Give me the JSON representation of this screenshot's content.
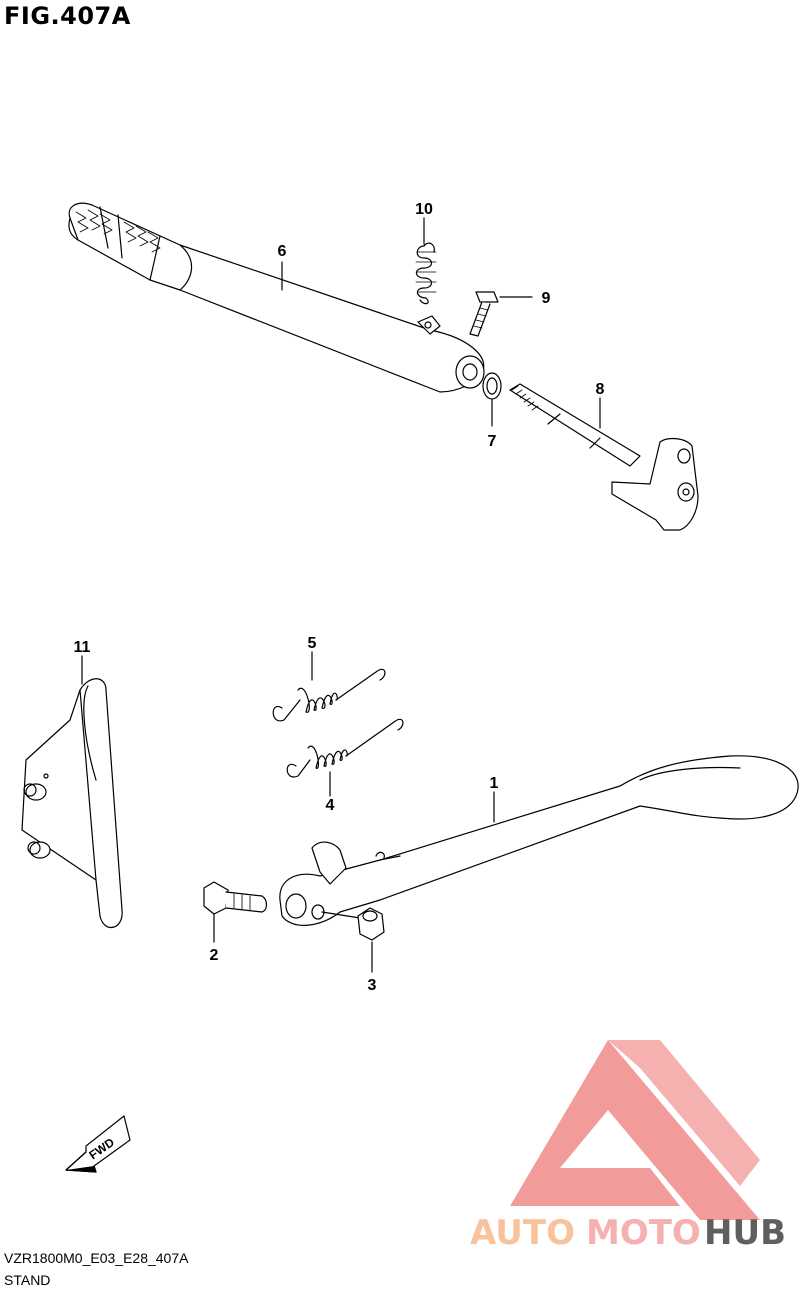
{
  "figure": {
    "title": "FIG.407A",
    "code": "VZR1800M0_E03_E28_407A",
    "name": "STAND"
  },
  "callouts": [
    {
      "id": "1",
      "label": "1"
    },
    {
      "id": "2",
      "label": "2"
    },
    {
      "id": "3",
      "label": "3"
    },
    {
      "id": "4",
      "label": "4"
    },
    {
      "id": "5",
      "label": "5"
    },
    {
      "id": "6",
      "label": "6"
    },
    {
      "id": "7",
      "label": "7"
    },
    {
      "id": "8",
      "label": "8"
    },
    {
      "id": "9",
      "label": "9"
    },
    {
      "id": "10",
      "label": "10"
    },
    {
      "id": "11",
      "label": "11"
    }
  ],
  "fwd_arrow": {
    "label": "FWD"
  },
  "watermark": {
    "text_a": "AUTO",
    "text_b": "MOTO",
    "text_c": "HUB",
    "color_a": "#f7b98a",
    "color_b": "#f4a3a3",
    "color_c": "#444444",
    "logo_color": "#f08a8a"
  }
}
